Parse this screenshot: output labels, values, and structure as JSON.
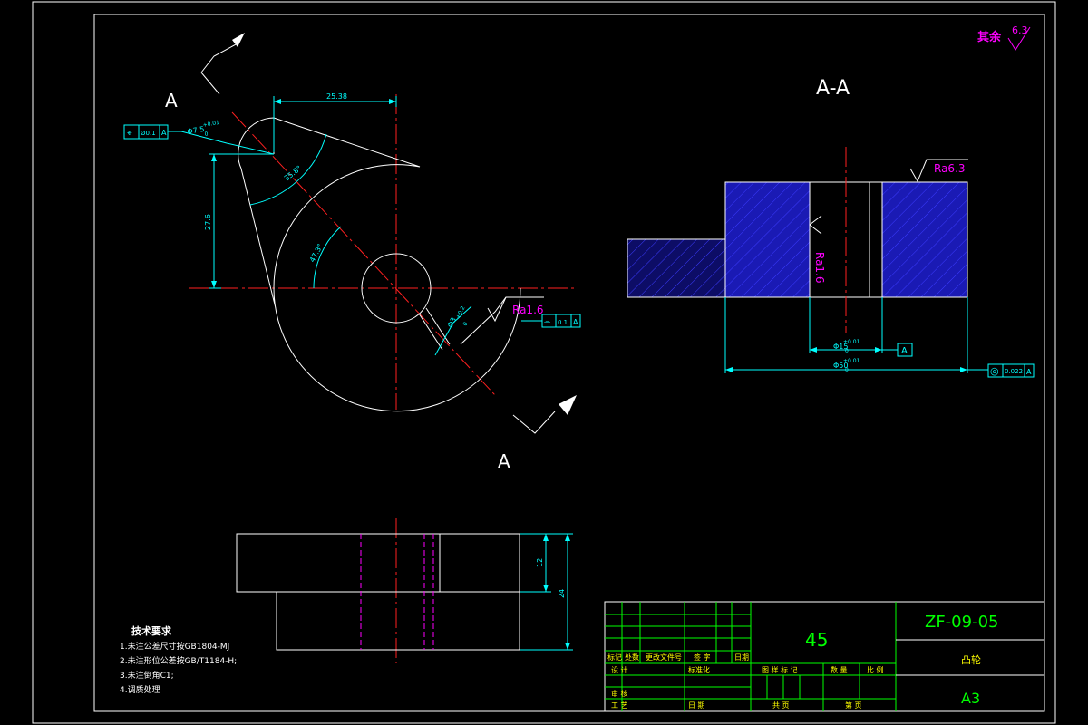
{
  "drawing": {
    "section_label_top": "A",
    "section_label_bottom": "A",
    "section_view_title": "A-A",
    "default_roughness_prefix": "其余",
    "default_roughness_value": "6.3"
  },
  "front_view": {
    "dim_horizontal": "25.38",
    "dim_vertical": "27.6",
    "dim_hole_upper": "+0.01",
    "dim_hole_main": "Φ7.5",
    "dim_hole_lower": "0",
    "angle_1": "35.8°",
    "angle_2": "47.3°",
    "keyway_dim_upper": "+0.2",
    "keyway_dim_main": "Φ3",
    "keyway_dim_lower": "0",
    "roughness": "Ra1.6",
    "gdt_left_symbol": "⌖",
    "gdt_left_value": "Ø0.1",
    "gdt_left_datum": "A",
    "gdt_right_symbol": "⌯",
    "gdt_right_value": "0.1",
    "gdt_right_datum": "A"
  },
  "section_view": {
    "roughness_top": "Ra6.3",
    "roughness_bore": "Ra1.6",
    "dim_bore_upper": "+0.01",
    "dim_bore_main": "Φ15",
    "dim_bore_lower": "0",
    "datum_label": "A",
    "dim_outer_upper": "+0.01",
    "dim_outer_main": "Φ50",
    "dim_outer_lower": "0",
    "gdt_symbol": "◎",
    "gdt_value": "0.022",
    "gdt_datum": "A"
  },
  "bottom_view": {
    "dim_height_1": "12",
    "dim_height_2": "24"
  },
  "tech_requirements": {
    "title": "技术要求",
    "items": [
      "1.未注公差尺寸按GB1804-MJ",
      "2.未注形位公差按GB/T1184-H;",
      "3.未注倒角C1;",
      "4.调质处理"
    ]
  },
  "title_block": {
    "material": "45",
    "drawing_number": "ZF-09-05",
    "part_name": "凸轮",
    "sheet_size": "A3",
    "rev_headers": [
      "标记",
      "处数",
      "更改文件号",
      "签 字",
      "日期"
    ],
    "design_label": "设 计",
    "standardize_label": "标准化",
    "review_label": "审 核",
    "process_label": "工 艺",
    "date_label": "日 期",
    "stage_mark_label": "图 样 标 记",
    "weight_label": "数 量",
    "scale_label": "比 例",
    "total_sheets_label": "共 页",
    "sheet_no_label": "第 页"
  }
}
